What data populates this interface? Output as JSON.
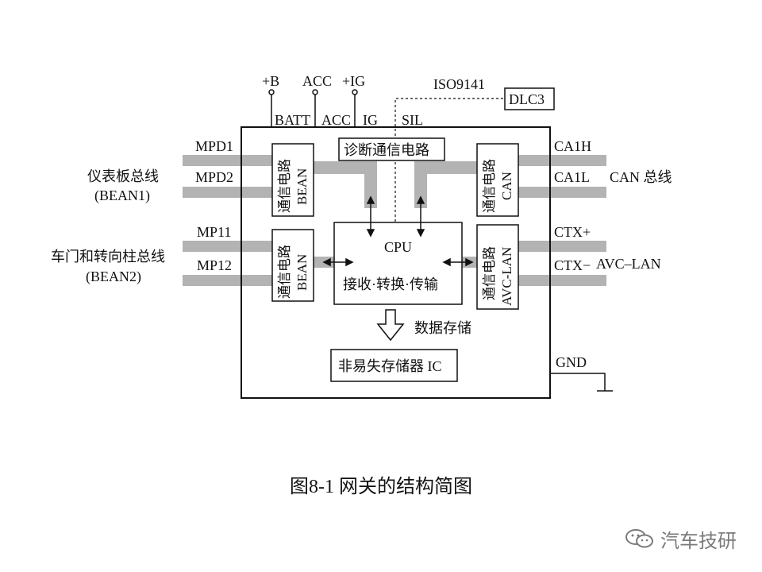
{
  "power": {
    "b": "+B",
    "acc": "ACC",
    "ig": "+IG"
  },
  "inner": {
    "batt": "BATT",
    "acc": "ACC",
    "ig": "IG",
    "sil": "SIL"
  },
  "iso": "ISO9141",
  "dlc": "DLC3",
  "diag": "诊断通信电路",
  "comm_left_top": {
    "text": "通信电路",
    "en": "BEAN"
  },
  "comm_left_bottom": {
    "text": "通信电路",
    "en": "BEAN"
  },
  "comm_right_top": {
    "text": "通信电路",
    "en": "CAN"
  },
  "comm_right_bottom": {
    "text": "通信电路",
    "en": "AVC-LAN"
  },
  "cpu": {
    "title": "CPU",
    "sub": "接收·转换·传输"
  },
  "arrow_label": "数据存储",
  "nvm": "非易失存储器 IC",
  "left_bus": {
    "mpd1": "MPD1",
    "mpd2": "MPD2",
    "mp11": "MP11",
    "mp12": "MP12",
    "bean1_cn": "仪表板总线",
    "bean1_en": "(BEAN1)",
    "bean2_cn": "车门和转向柱总线",
    "bean2_en": "(BEAN2)"
  },
  "right_bus": {
    "ca1h": "CA1H",
    "ca1l": "CA1L",
    "can_label": "CAN 总线",
    "ctxp": "CTX+",
    "ctxm": "CTX−",
    "avc_label": "AVC–LAN",
    "gnd": "GND"
  },
  "caption": "图8-1  网关的结构简图",
  "watermark": "汽车技研",
  "colors": {
    "bus": "#b3b3b3",
    "line": "#111111",
    "watermark": "#7a7a7a"
  }
}
